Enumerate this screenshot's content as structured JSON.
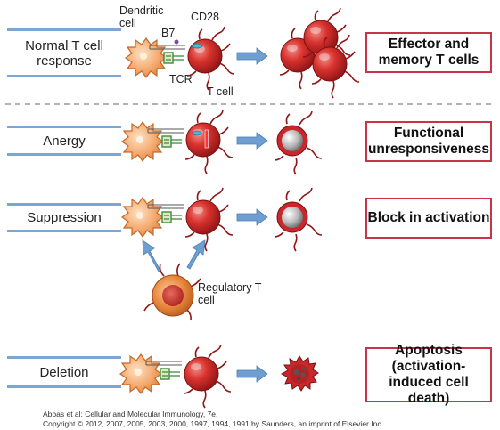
{
  "rows": [
    {
      "label": "Normal T cell response",
      "result": "Effector and memory T cells"
    },
    {
      "label": "Anergy",
      "result": "Functional unresponsiveness"
    },
    {
      "label": "Suppression",
      "result": "Block in activation"
    },
    {
      "label": "Deletion",
      "result": "Apoptosis (activation-induced cell death)"
    }
  ],
  "annotations": {
    "dendritic_cell": "Dendritic cell",
    "b7": "B7",
    "cd28": "CD28",
    "tcr": "TCR",
    "t_cell": "T cell",
    "regulatory_t_cell": "Regulatory T cell"
  },
  "caption": {
    "line1": "Abbas et al: Cellular and Molecular Immunology, 7e.",
    "line2": "Copyright © 2012, 2007, 2005, 2003, 2000, 1997, 1994, 1991 by Saunders, an imprint of Elsevier Inc."
  },
  "colors": {
    "label_rule": "#7aa7d6",
    "result_border": "#c8344a",
    "t_cell": "#c8282c",
    "dendritic_cell": "#f0a46a",
    "arrow": "#6f9fd0",
    "regulatory_cell": "#e07a2a",
    "separator": "#999999"
  }
}
